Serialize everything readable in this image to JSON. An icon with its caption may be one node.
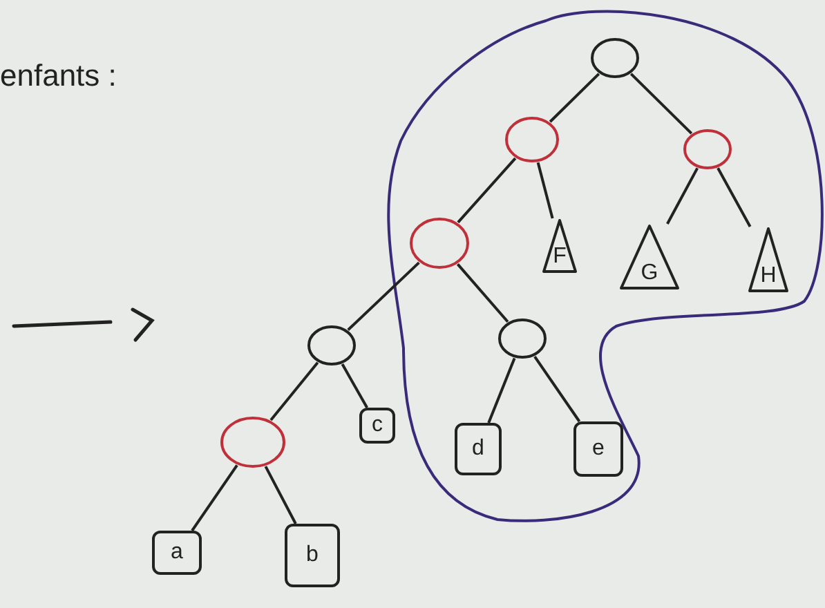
{
  "diagram": {
    "nodes": [
      {
        "text": [],
        "shape": "circle"
      },
      {
        "text": [],
        "shape": "circle"
      },
      {
        "text": [],
        "shape": "circle"
      },
      {
        "text": [],
        "shape": "circle"
      },
      {
        "text": [
          "F"
        ]
      },
      {
        "text": [
          "G"
        ]
      },
      {
        "text": [
          "H"
        ]
      },
      {
        "text": [],
        "shape": "circle"
      },
      {
        "text": [],
        "shape": "circle"
      },
      {
        "text": [
          "c"
        ]
      },
      {
        "text": [],
        "shape": "circle"
      },
      {
        "text": [
          "d"
        ]
      },
      {
        "text": [
          "e"
        ]
      },
      {
        "text": [
          "a"
        ]
      },
      {
        "text": [
          "b"
        ]
      }
    ],
    "edges": [
      {
        "from": 0,
        "to": 1,
        "arrow": "none"
      },
      {
        "from": 0,
        "to": 2,
        "arrow": "none"
      },
      {
        "from": 1,
        "to": 3,
        "arrow": "none"
      },
      {
        "from": 1,
        "to": 4,
        "arrow": "none"
      },
      {
        "from": 2,
        "to": 5,
        "arrow": "none"
      },
      {
        "from": 2,
        "to": 6,
        "arrow": "none"
      },
      {
        "from": 3,
        "to": 7,
        "arrow": "none"
      },
      {
        "from": 3,
        "to": 8,
        "arrow": "none"
      },
      {
        "from": 7,
        "to": 10,
        "arrow": "none"
      },
      {
        "from": 7,
        "to": 9,
        "arrow": "none"
      },
      {
        "from": 8,
        "to": 11,
        "arrow": "none"
      },
      {
        "from": 8,
        "to": 12,
        "arrow": "none"
      },
      {
        "from": 10,
        "to": 13,
        "arrow": "none"
      },
      {
        "from": 10,
        "to": 14,
        "arrow": "none"
      }
    ],
    "labels": [
      "enfants :"
    ]
  }
}
